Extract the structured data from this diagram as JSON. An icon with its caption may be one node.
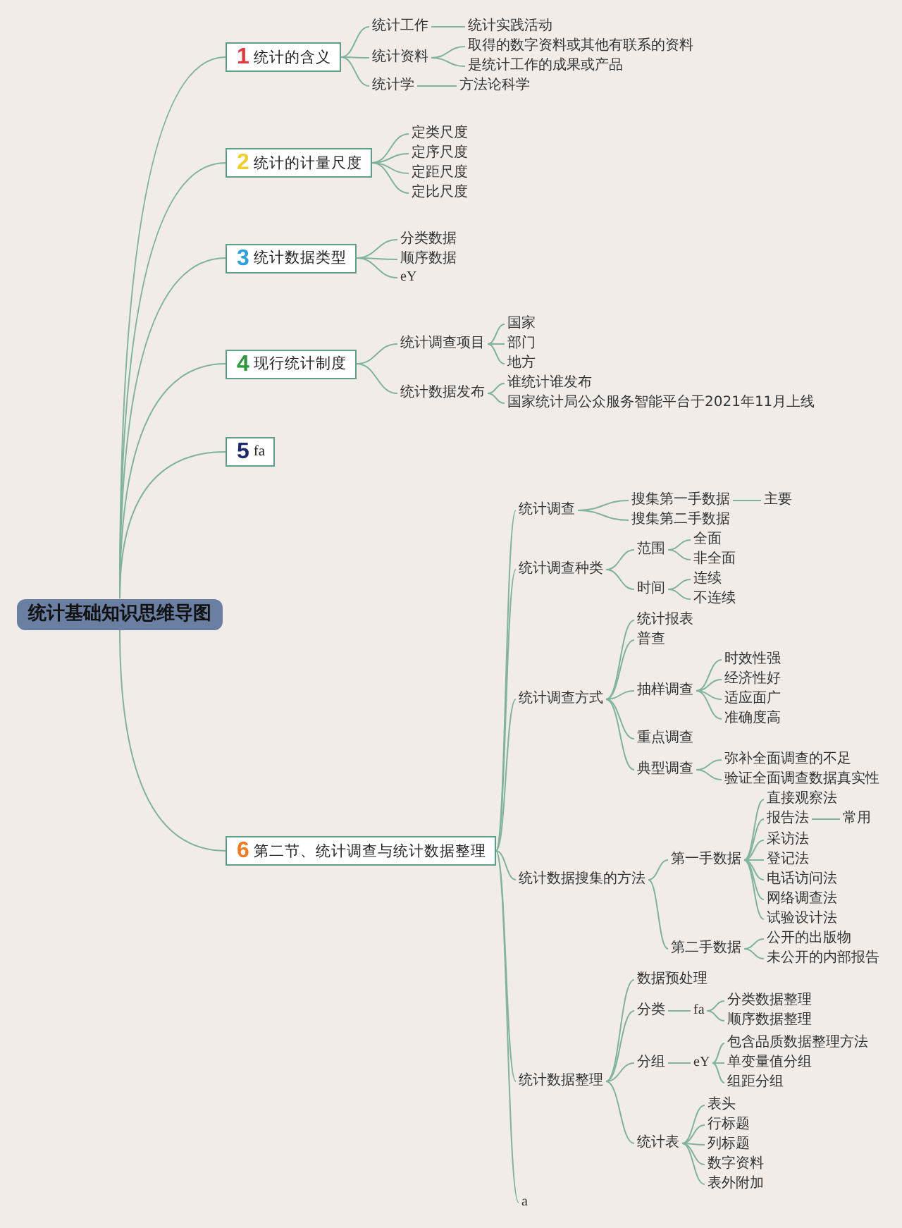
{
  "diagram": {
    "nodes": [
      {
        "text": [
          "统计基础知识思维导图"
        ]
      },
      {
        "text": [
          "1",
          "统计的含义"
        ]
      },
      {
        "text": [
          "统计工作"
        ]
      },
      {
        "text": [
          "统计实践活动"
        ]
      },
      {
        "text": [
          "统计资料"
        ]
      },
      {
        "text": [
          "取得的数字资料或其他有联系的资料"
        ]
      },
      {
        "text": [
          "是统计工作的成果或产品"
        ]
      },
      {
        "text": [
          "统计学"
        ]
      },
      {
        "text": [
          "方法论科学"
        ]
      },
      {
        "text": [
          "2",
          "统计的计量尺度"
        ]
      },
      {
        "text": [
          "定类尺度"
        ]
      },
      {
        "text": [
          "定序尺度"
        ]
      },
      {
        "text": [
          "定距尺度"
        ]
      },
      {
        "text": [
          "定比尺度"
        ]
      },
      {
        "text": [
          "3",
          "统计数据类型"
        ]
      },
      {
        "text": [
          "分类数据"
        ]
      },
      {
        "text": [
          "顺序数据"
        ]
      },
      {
        "text": [
          "eY"
        ]
      },
      {
        "text": [
          "4",
          "现行统计制度"
        ]
      },
      {
        "text": [
          "统计调查项目"
        ]
      },
      {
        "text": [
          "国家"
        ]
      },
      {
        "text": [
          "部门"
        ]
      },
      {
        "text": [
          "地方"
        ]
      },
      {
        "text": [
          "统计数据发布"
        ]
      },
      {
        "text": [
          "谁统计谁发布"
        ]
      },
      {
        "text": [
          "国家统计局公众服务智能平台于2021年11月上线"
        ]
      },
      {
        "text": [
          "5",
          "fa"
        ]
      },
      {
        "text": [
          "6",
          "第二节、统计调查与统计数据整理"
        ]
      },
      {
        "text": [
          "统计调查"
        ]
      },
      {
        "text": [
          "搜集第一手数据"
        ]
      },
      {
        "text": [
          "主要"
        ]
      },
      {
        "text": [
          "搜集第二手数据"
        ]
      },
      {
        "text": [
          "统计调查种类"
        ]
      },
      {
        "text": [
          "范围"
        ]
      },
      {
        "text": [
          "全面"
        ]
      },
      {
        "text": [
          "非全面"
        ]
      },
      {
        "text": [
          "时间"
        ]
      },
      {
        "text": [
          "连续"
        ]
      },
      {
        "text": [
          "不连续"
        ]
      },
      {
        "text": [
          "统计调查方式"
        ]
      },
      {
        "text": [
          "统计报表"
        ]
      },
      {
        "text": [
          "普查"
        ]
      },
      {
        "text": [
          "抽样调查"
        ]
      },
      {
        "text": [
          "时效性强"
        ]
      },
      {
        "text": [
          "经济性好"
        ]
      },
      {
        "text": [
          "适应面广"
        ]
      },
      {
        "text": [
          "准确度高"
        ]
      },
      {
        "text": [
          "重点调查"
        ]
      },
      {
        "text": [
          "典型调查"
        ]
      },
      {
        "text": [
          "弥补全面调查的不足"
        ]
      },
      {
        "text": [
          "验证全面调查数据真实性"
        ]
      },
      {
        "text": [
          "统计数据搜集的方法"
        ]
      },
      {
        "text": [
          "第一手数据"
        ]
      },
      {
        "text": [
          "直接观察法"
        ]
      },
      {
        "text": [
          "报告法"
        ]
      },
      {
        "text": [
          "常用"
        ]
      },
      {
        "text": [
          "采访法"
        ]
      },
      {
        "text": [
          "登记法"
        ]
      },
      {
        "text": [
          "电话访问法"
        ]
      },
      {
        "text": [
          "网络调查法"
        ]
      },
      {
        "text": [
          "试验设计法"
        ]
      },
      {
        "text": [
          "第二手数据"
        ]
      },
      {
        "text": [
          "公开的出版物"
        ]
      },
      {
        "text": [
          "未公开的内部报告"
        ]
      },
      {
        "text": [
          "统计数据整理"
        ]
      },
      {
        "text": [
          "数据预处理"
        ]
      },
      {
        "text": [
          "分类"
        ]
      },
      {
        "text": [
          "fa"
        ]
      },
      {
        "text": [
          "分类数据整理"
        ]
      },
      {
        "text": [
          "顺序数据整理"
        ]
      },
      {
        "text": [
          "分组"
        ]
      },
      {
        "text": [
          "eY"
        ]
      },
      {
        "text": [
          "包含品质数据整理方法"
        ]
      },
      {
        "text": [
          "单变量值分组"
        ]
      },
      {
        "text": [
          "组距分组"
        ]
      },
      {
        "text": [
          "统计表"
        ]
      },
      {
        "text": [
          "表头"
        ]
      },
      {
        "text": [
          "行标题"
        ]
      },
      {
        "text": [
          "列标题"
        ]
      },
      {
        "text": [
          "数字资料"
        ]
      },
      {
        "text": [
          "表外附加"
        ]
      },
      {
        "text": [
          "a"
        ]
      }
    ],
    "edges": [
      {
        "from": 0,
        "to": 1,
        "arrow": "none"
      },
      {
        "from": 0,
        "to": 9,
        "arrow": "none"
      },
      {
        "from": 0,
        "to": 14,
        "arrow": "none"
      },
      {
        "from": 0,
        "to": 18,
        "arrow": "none"
      },
      {
        "from": 0,
        "to": 26,
        "arrow": "none"
      },
      {
        "from": 0,
        "to": 27,
        "arrow": "none"
      },
      {
        "from": 1,
        "to": 2,
        "arrow": "none"
      },
      {
        "from": 2,
        "to": 3,
        "arrow": "none"
      },
      {
        "from": 1,
        "to": 4,
        "arrow": "none"
      },
      {
        "from": 4,
        "to": 5,
        "arrow": "none"
      },
      {
        "from": 4,
        "to": 6,
        "arrow": "none"
      },
      {
        "from": 1,
        "to": 7,
        "arrow": "none"
      },
      {
        "from": 7,
        "to": 8,
        "arrow": "none"
      },
      {
        "from": 9,
        "to": 10,
        "arrow": "none"
      },
      {
        "from": 9,
        "to": 11,
        "arrow": "none"
      },
      {
        "from": 9,
        "to": 12,
        "arrow": "none"
      },
      {
        "from": 9,
        "to": 13,
        "arrow": "none"
      },
      {
        "from": 14,
        "to": 15,
        "arrow": "none"
      },
      {
        "from": 14,
        "to": 16,
        "arrow": "none"
      },
      {
        "from": 14,
        "to": 17,
        "arrow": "none"
      },
      {
        "from": 18,
        "to": 19,
        "arrow": "none"
      },
      {
        "from": 19,
        "to": 20,
        "arrow": "none"
      },
      {
        "from": 19,
        "to": 21,
        "arrow": "none"
      },
      {
        "from": 19,
        "to": 22,
        "arrow": "none"
      },
      {
        "from": 18,
        "to": 23,
        "arrow": "none"
      },
      {
        "from": 23,
        "to": 24,
        "arrow": "none"
      },
      {
        "from": 23,
        "to": 25,
        "arrow": "none"
      },
      {
        "from": 27,
        "to": 28,
        "arrow": "none"
      },
      {
        "from": 28,
        "to": 29,
        "arrow": "none"
      },
      {
        "from": 29,
        "to": 30,
        "arrow": "none"
      },
      {
        "from": 28,
        "to": 31,
        "arrow": "none"
      },
      {
        "from": 27,
        "to": 32,
        "arrow": "none"
      },
      {
        "from": 32,
        "to": 33,
        "arrow": "none"
      },
      {
        "from": 33,
        "to": 34,
        "arrow": "none"
      },
      {
        "from": 33,
        "to": 35,
        "arrow": "none"
      },
      {
        "from": 32,
        "to": 36,
        "arrow": "none"
      },
      {
        "from": 36,
        "to": 37,
        "arrow": "none"
      },
      {
        "from": 36,
        "to": 38,
        "arrow": "none"
      },
      {
        "from": 27,
        "to": 39,
        "arrow": "none"
      },
      {
        "from": 39,
        "to": 40,
        "arrow": "none"
      },
      {
        "from": 39,
        "to": 41,
        "arrow": "none"
      },
      {
        "from": 39,
        "to": 42,
        "arrow": "none"
      },
      {
        "from": 42,
        "to": 43,
        "arrow": "none"
      },
      {
        "from": 42,
        "to": 44,
        "arrow": "none"
      },
      {
        "from": 42,
        "to": 45,
        "arrow": "none"
      },
      {
        "from": 42,
        "to": 46,
        "arrow": "none"
      },
      {
        "from": 39,
        "to": 47,
        "arrow": "none"
      },
      {
        "from": 39,
        "to": 48,
        "arrow": "none"
      },
      {
        "from": 48,
        "to": 49,
        "arrow": "none"
      },
      {
        "from": 48,
        "to": 50,
        "arrow": "none"
      },
      {
        "from": 27,
        "to": 51,
        "arrow": "none"
      },
      {
        "from": 51,
        "to": 52,
        "arrow": "none"
      },
      {
        "from": 52,
        "to": 53,
        "arrow": "none"
      },
      {
        "from": 52,
        "to": 54,
        "arrow": "none"
      },
      {
        "from": 54,
        "to": 55,
        "arrow": "none"
      },
      {
        "from": 52,
        "to": 56,
        "arrow": "none"
      },
      {
        "from": 52,
        "to": 57,
        "arrow": "none"
      },
      {
        "from": 52,
        "to": 58,
        "arrow": "none"
      },
      {
        "from": 52,
        "to": 59,
        "arrow": "none"
      },
      {
        "from": 52,
        "to": 60,
        "arrow": "none"
      },
      {
        "from": 51,
        "to": 61,
        "arrow": "none"
      },
      {
        "from": 61,
        "to": 62,
        "arrow": "none"
      },
      {
        "from": 61,
        "to": 63,
        "arrow": "none"
      },
      {
        "from": 27,
        "to": 64,
        "arrow": "none"
      },
      {
        "from": 64,
        "to": 65,
        "arrow": "none"
      },
      {
        "from": 64,
        "to": 66,
        "arrow": "none"
      },
      {
        "from": 66,
        "to": 67,
        "arrow": "none"
      },
      {
        "from": 67,
        "to": 68,
        "arrow": "none"
      },
      {
        "from": 67,
        "to": 69,
        "arrow": "none"
      },
      {
        "from": 64,
        "to": 70,
        "arrow": "none"
      },
      {
        "from": 70,
        "to": 71,
        "arrow": "none"
      },
      {
        "from": 71,
        "to": 72,
        "arrow": "none"
      },
      {
        "from": 71,
        "to": 73,
        "arrow": "none"
      },
      {
        "from": 71,
        "to": 74,
        "arrow": "none"
      },
      {
        "from": 64,
        "to": 75,
        "arrow": "none"
      },
      {
        "from": 75,
        "to": 76,
        "arrow": "none"
      },
      {
        "from": 75,
        "to": 77,
        "arrow": "none"
      },
      {
        "from": 75,
        "to": 78,
        "arrow": "none"
      },
      {
        "from": 75,
        "to": 79,
        "arrow": "none"
      },
      {
        "from": 75,
        "to": 80,
        "arrow": "none"
      },
      {
        "from": 27,
        "to": 81,
        "arrow": "none"
      }
    ]
  }
}
